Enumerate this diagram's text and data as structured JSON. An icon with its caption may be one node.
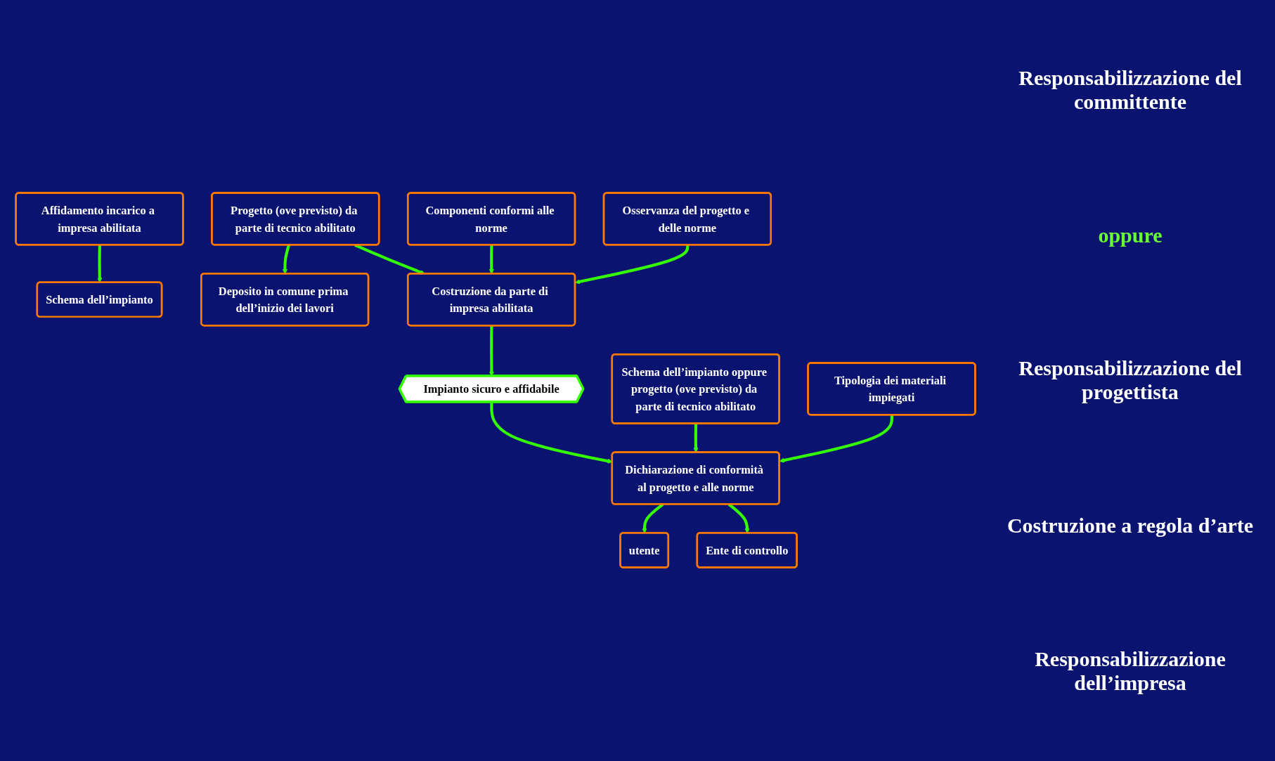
{
  "diagram": {
    "nodes": [
      {
        "text": [
          "Affidamento incarico a impresa abilitata"
        ]
      },
      {
        "text": [
          "Schema dell’impianto"
        ]
      },
      {
        "text": [
          "Deposito in comune prima dell’inizio dei lavori"
        ]
      },
      {
        "text": [
          "Progetto (ove previsto) da parte di tecnico abilitato"
        ]
      },
      {
        "text": [
          "Componenti conformi alle norme"
        ]
      },
      {
        "text": [
          "Costruzione da parte di impresa abilitata"
        ]
      },
      {
        "text": [
          "Osservanza del progetto e delle norme"
        ]
      },
      {
        "text": [
          "Impianto sicuro e affidabile"
        ]
      },
      {
        "text": [
          "Schema dell’impianto oppure progetto (ove previsto) da parte di tecnico abilitato"
        ]
      },
      {
        "text": [
          "Dichiarazione di conformità al progetto e alle norme"
        ]
      },
      {
        "text": [
          "Tipologia dei materiali impiegati"
        ]
      },
      {
        "text": [
          "utente"
        ]
      },
      {
        "text": [
          "Ente di controllo"
        ]
      }
    ],
    "edges": [
      {
        "from": 0,
        "to": 1,
        "arrow": "to"
      },
      {
        "from": 3,
        "to": 2,
        "arrow": "to"
      },
      {
        "from": 3,
        "to": 5,
        "arrow": "to"
      },
      {
        "from": 4,
        "to": 5,
        "arrow": "to"
      },
      {
        "from": 6,
        "to": 5,
        "arrow": "to"
      },
      {
        "from": 5,
        "to": 7,
        "arrow": "to"
      },
      {
        "from": 7,
        "to": 9,
        "arrow": "to"
      },
      {
        "from": 8,
        "to": 9,
        "arrow": "to"
      },
      {
        "from": 10,
        "to": 9,
        "arrow": "to"
      },
      {
        "from": 9,
        "to": 11,
        "arrow": "to"
      },
      {
        "from": 9,
        "to": 12,
        "arrow": "to"
      }
    ],
    "labels": [
      "Responsabilizzazione del committente",
      "oppure",
      "Responsabilizzazione del progettista",
      "Costruzione a regola d’arte",
      "Responsabilizzazione dell’impresa"
    ]
  }
}
